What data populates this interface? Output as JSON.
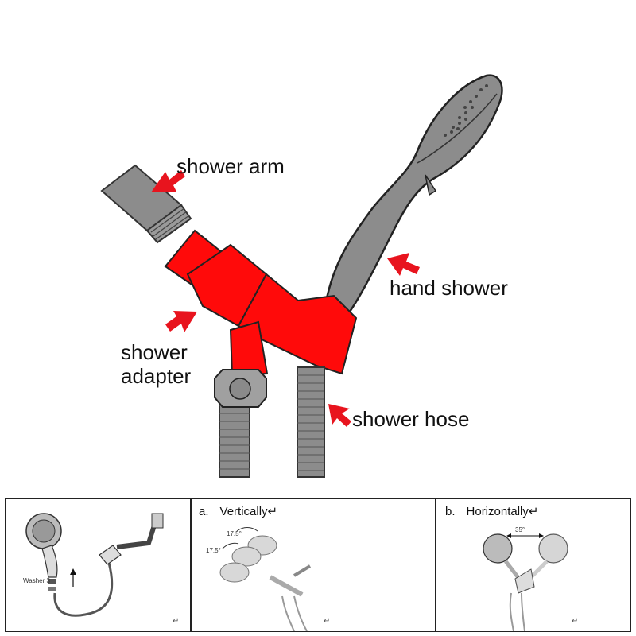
{
  "labels": {
    "shower_arm": "shower arm",
    "hand_shower": "hand shower",
    "shower_adapter_line1": "shower",
    "shower_adapter_line2": "adapter",
    "shower_hose": "shower hose"
  },
  "panels": [
    {
      "letter": "",
      "caption": "",
      "washer_label": "Washer 3"
    },
    {
      "letter": "a.",
      "caption": "Vertically↵",
      "angle_top": "17.5°",
      "angle_bottom": "17.5°"
    },
    {
      "letter": "b.",
      "caption": "Horizontally↵",
      "angle": "35°"
    }
  ],
  "return_mark": "↵",
  "colors": {
    "adapter": "#ff0a0a",
    "arrow": "#e8141e",
    "metal": "#8c8c8c",
    "outline": "#222222"
  },
  "icons": [
    "arrow-left-icon",
    "return-mark-icon"
  ]
}
